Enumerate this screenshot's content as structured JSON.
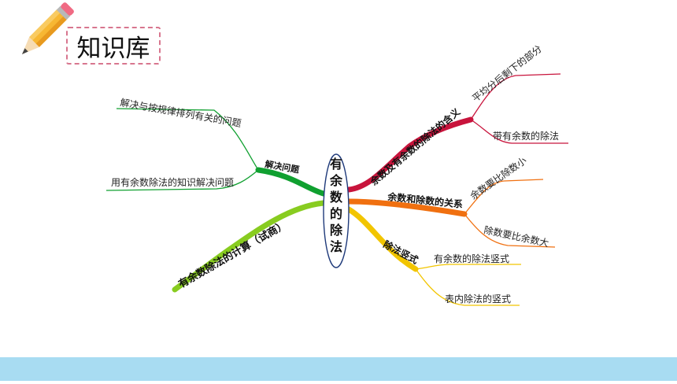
{
  "header": {
    "title": "知识库"
  },
  "icons": {
    "header_decoration": "pencil-icon"
  },
  "colors": {
    "footer": "#a8dcf2",
    "title_border": "#d8768f",
    "branch_meaning": "#c8143c",
    "branch_relation": "#f07010",
    "branch_vertical": "#f2c500",
    "branch_solve": "#10a030",
    "branch_compute": "#88cc20"
  },
  "mindmap": {
    "center": "有余数的除法",
    "branches": [
      {
        "id": "meaning",
        "label": "余数及有余数的除法的含义",
        "children": [
          "平均分后剩下的部分",
          "带有余数的除法"
        ]
      },
      {
        "id": "relation",
        "label": "余数和除数的关系",
        "children": [
          "余数要比除数小",
          "除数要比余数大"
        ]
      },
      {
        "id": "vertical",
        "label": "除法竖式",
        "children": [
          "有余数的除法竖式",
          "表内除法的竖式"
        ]
      },
      {
        "id": "solve",
        "label": "解决问题",
        "children": [
          "解决与按规律排列有关的问题",
          "用有余数除法的知识解决问题"
        ]
      },
      {
        "id": "compute",
        "label": "有余数除法的计算（试商）",
        "children": []
      }
    ]
  }
}
